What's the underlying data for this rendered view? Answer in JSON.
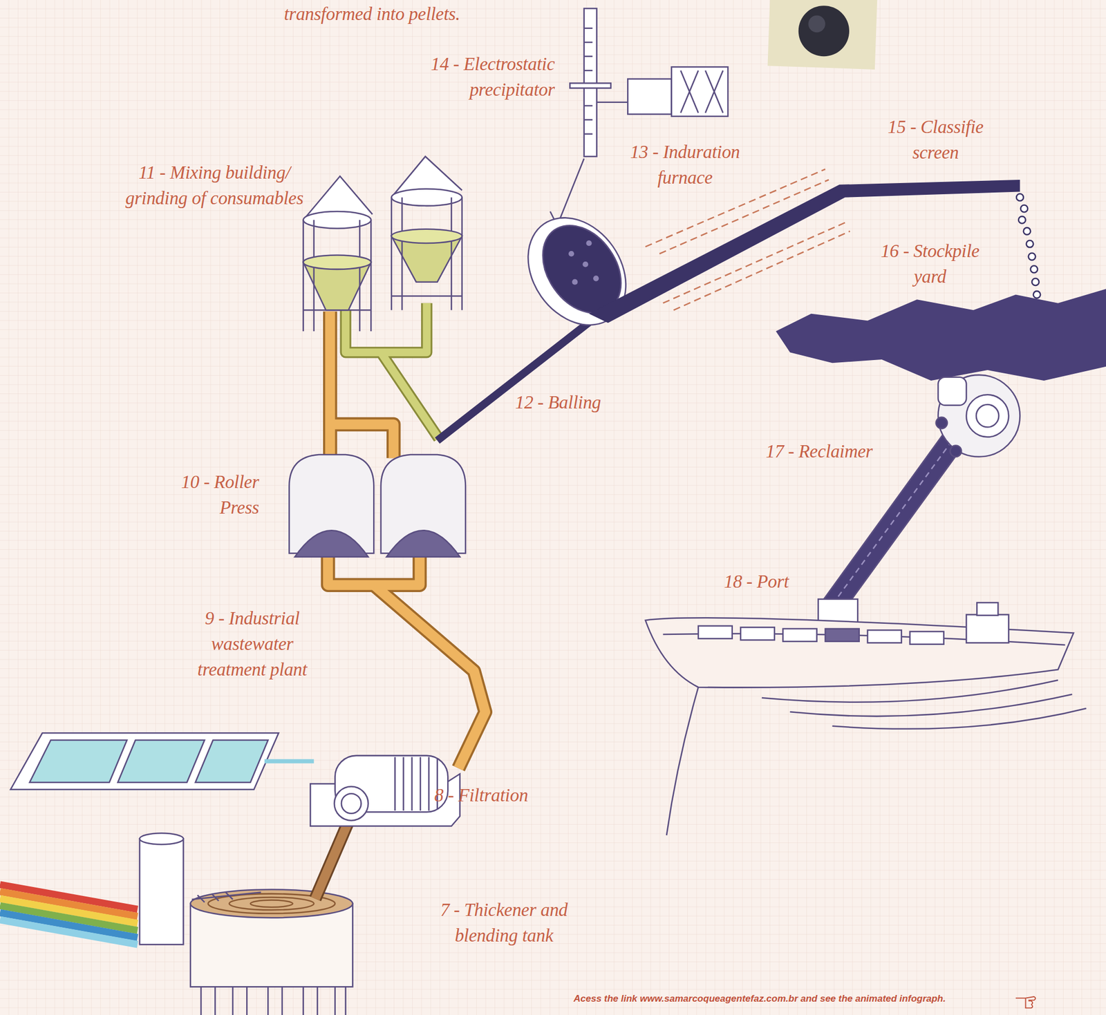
{
  "diagram": {
    "labels": [
      "transformed into pellets.",
      "14 - Electrostatic precipitator",
      "13 - Induration furnace",
      "15 - Classifie screen",
      "11 - Mixing building/ grinding of consumables",
      "16 - Stockpile yard",
      "12 - Balling",
      "17 - Reclaimer",
      "10 - Roller Press",
      "18 - Port",
      "9 - Industrial wastewater treatment plant",
      "8 - Filtration",
      "7 - Thickener and blending tank",
      "Acess the link www.samarcoqueagentefaz.com.br and see the animated infograph."
    ]
  }
}
